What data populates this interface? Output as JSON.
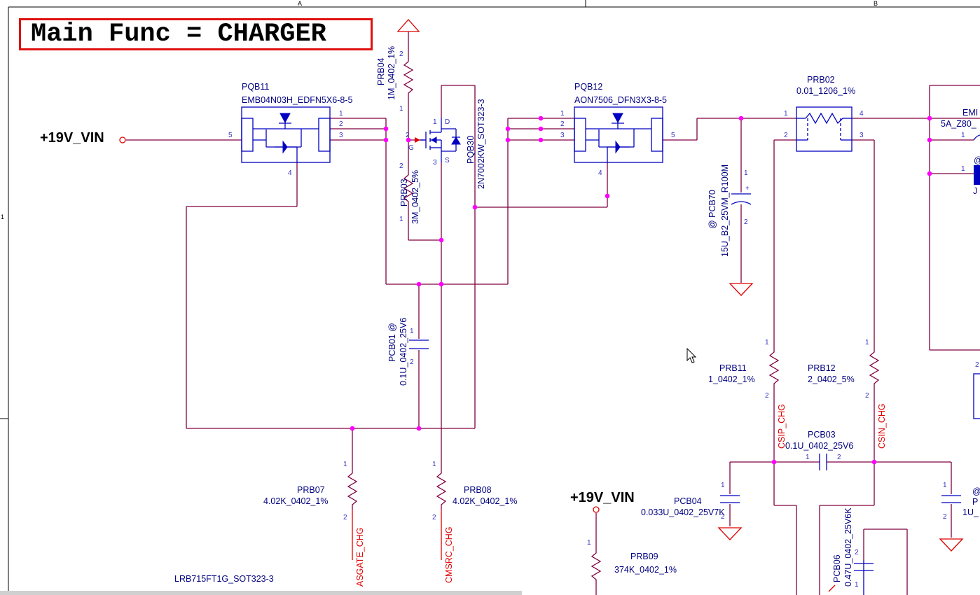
{
  "title": "Main Func = CHARGER",
  "border": {
    "zone_a": "A",
    "zone_b": "B",
    "row_1": "1"
  },
  "nets": {
    "vin_left": "+19V_VIN",
    "vin_bottom": "+19V_VIN",
    "csip": "CSIP_CHG",
    "csin": "CSIN_CHG",
    "asgate": "ASGATE_CHG",
    "cmsrc": "CMSRC_CHG"
  },
  "components": {
    "pqb11": {
      "ref": "PQB11",
      "value": "EMB04N03H_EDFN5X6-8-5"
    },
    "pqb12": {
      "ref": "PQB12",
      "value": "AON7506_DFN3X3-8-5"
    },
    "prb04": {
      "ref": "PRB04",
      "value": "1M_0402_1%"
    },
    "prb03": {
      "ref": "PRB03",
      "value": "3M_0402_5%"
    },
    "pqb30": {
      "ref": "PQB30",
      "value": "2N7002KW_SOT323-3"
    },
    "prb02": {
      "ref": "PRB02",
      "value": "0.01_1206_1%"
    },
    "pcb70": {
      "ref": "@ PCB70",
      "value": "15U_B2_25VM_R100M"
    },
    "pcb01": {
      "ref": "PCB01 @",
      "value": "0.1U_0402_25V6"
    },
    "prb07": {
      "ref": "PRB07",
      "value": "4.02K_0402_1%"
    },
    "prb08": {
      "ref": "PRB08",
      "value": "4.02K_0402_1%"
    },
    "prb11": {
      "ref": "PRB11",
      "value": "1_0402_1%"
    },
    "prb12": {
      "ref": "PRB12",
      "value": "2_0402_5%"
    },
    "pcb03": {
      "ref": "PCB03",
      "value": "0.1U_0402_25V6"
    },
    "pcb04": {
      "ref": "PCB04",
      "value": "0.033U_0402_25V7K"
    },
    "pcb06": {
      "ref": "PCB06",
      "value": "0.47U_0402_25V6K"
    },
    "prb09": {
      "ref": "PRB09",
      "value": "374K_0402_1%"
    },
    "lrb715": {
      "value": "LRB715FT1G_SOT323-3"
    },
    "emi": {
      "ref": "EMI",
      "value": "5A_Z80_"
    },
    "j_partial": {
      "ref": "J"
    },
    "p_partial": {
      "ref": "@",
      "ref2": "P",
      "value": "1U_"
    }
  }
}
